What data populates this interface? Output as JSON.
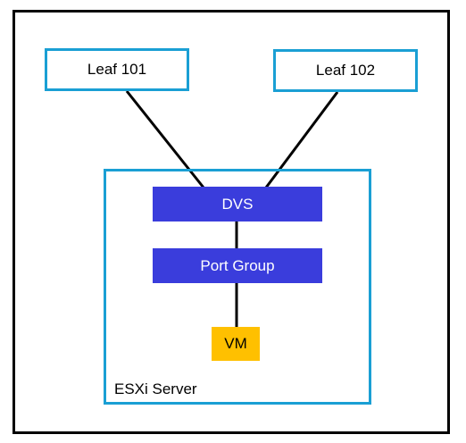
{
  "diagram": {
    "nodes": {
      "leaf_101": "Leaf 101",
      "leaf_102": "Leaf 102",
      "dvs": "DVS",
      "port_group": "Port Group",
      "vm": "VM",
      "esxi_server": "ESXi Server"
    },
    "edges": [
      {
        "from": "Leaf 101",
        "to": "DVS"
      },
      {
        "from": "Leaf 102",
        "to": "DVS"
      },
      {
        "from": "DVS",
        "to": "Port Group"
      },
      {
        "from": "Port Group",
        "to": "VM"
      }
    ]
  },
  "colors": {
    "leaf_border": "#1a9fd4",
    "server_border": "#1a9fd4",
    "bar_fill": "#3a3ddc",
    "vm_fill": "#ffc000",
    "frame": "#000000"
  }
}
